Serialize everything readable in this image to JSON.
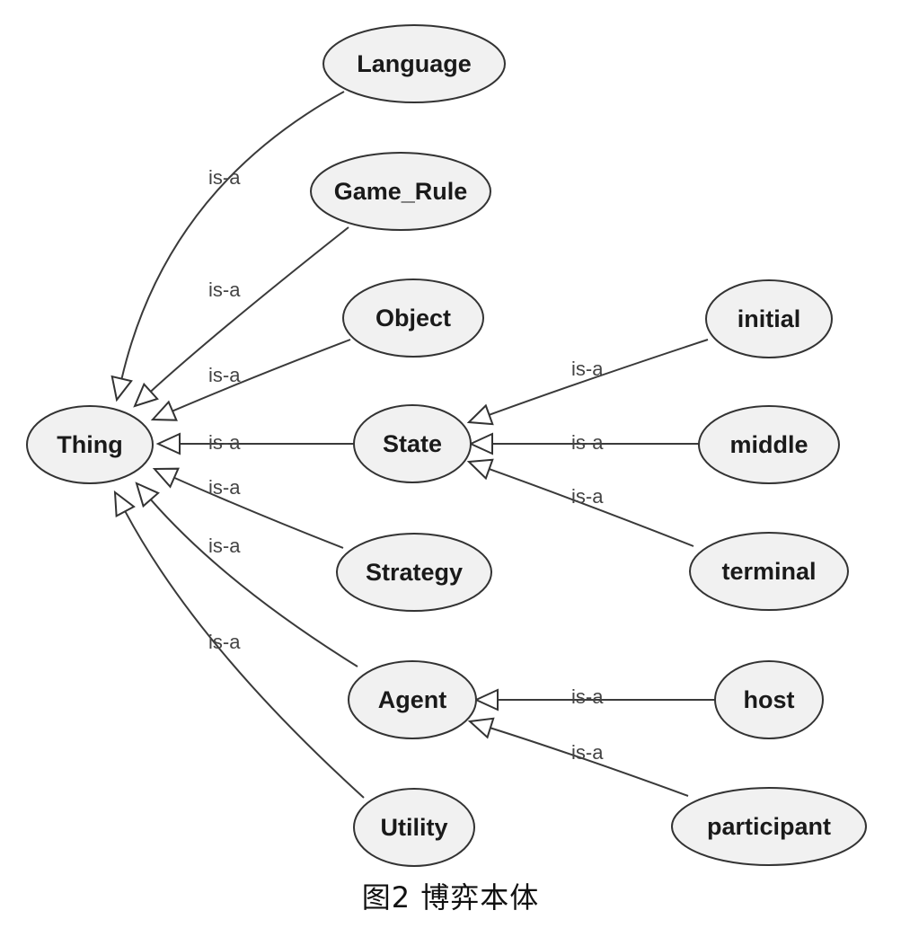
{
  "diagram": {
    "nodes": [
      {
        "id": "thing",
        "label": "Thing"
      },
      {
        "id": "language",
        "label": "Language"
      },
      {
        "id": "game_rule",
        "label": "Game_Rule"
      },
      {
        "id": "object",
        "label": "Object"
      },
      {
        "id": "state",
        "label": "State"
      },
      {
        "id": "strategy",
        "label": "Strategy"
      },
      {
        "id": "agent",
        "label": "Agent"
      },
      {
        "id": "utility",
        "label": "Utility"
      },
      {
        "id": "initial",
        "label": "initial"
      },
      {
        "id": "middle",
        "label": "middle"
      },
      {
        "id": "terminal",
        "label": "terminal"
      },
      {
        "id": "host",
        "label": "host"
      },
      {
        "id": "participant",
        "label": "participant"
      }
    ],
    "edges": [
      {
        "from": "language",
        "to": "thing",
        "label": "is-a"
      },
      {
        "from": "game_rule",
        "to": "thing",
        "label": "is-a"
      },
      {
        "from": "object",
        "to": "thing",
        "label": "is-a"
      },
      {
        "from": "state",
        "to": "thing",
        "label": "is-a"
      },
      {
        "from": "strategy",
        "to": "thing",
        "label": "is-a"
      },
      {
        "from": "agent",
        "to": "thing",
        "label": "is-a"
      },
      {
        "from": "utility",
        "to": "thing",
        "label": "is-a"
      },
      {
        "from": "initial",
        "to": "state",
        "label": "is-a"
      },
      {
        "from": "middle",
        "to": "state",
        "label": "is-a"
      },
      {
        "from": "terminal",
        "to": "state",
        "label": "is-a"
      },
      {
        "from": "host",
        "to": "agent",
        "label": "is-a"
      },
      {
        "from": "participant",
        "to": "agent",
        "label": "is-a"
      }
    ]
  },
  "caption": "图2  博弈本体"
}
